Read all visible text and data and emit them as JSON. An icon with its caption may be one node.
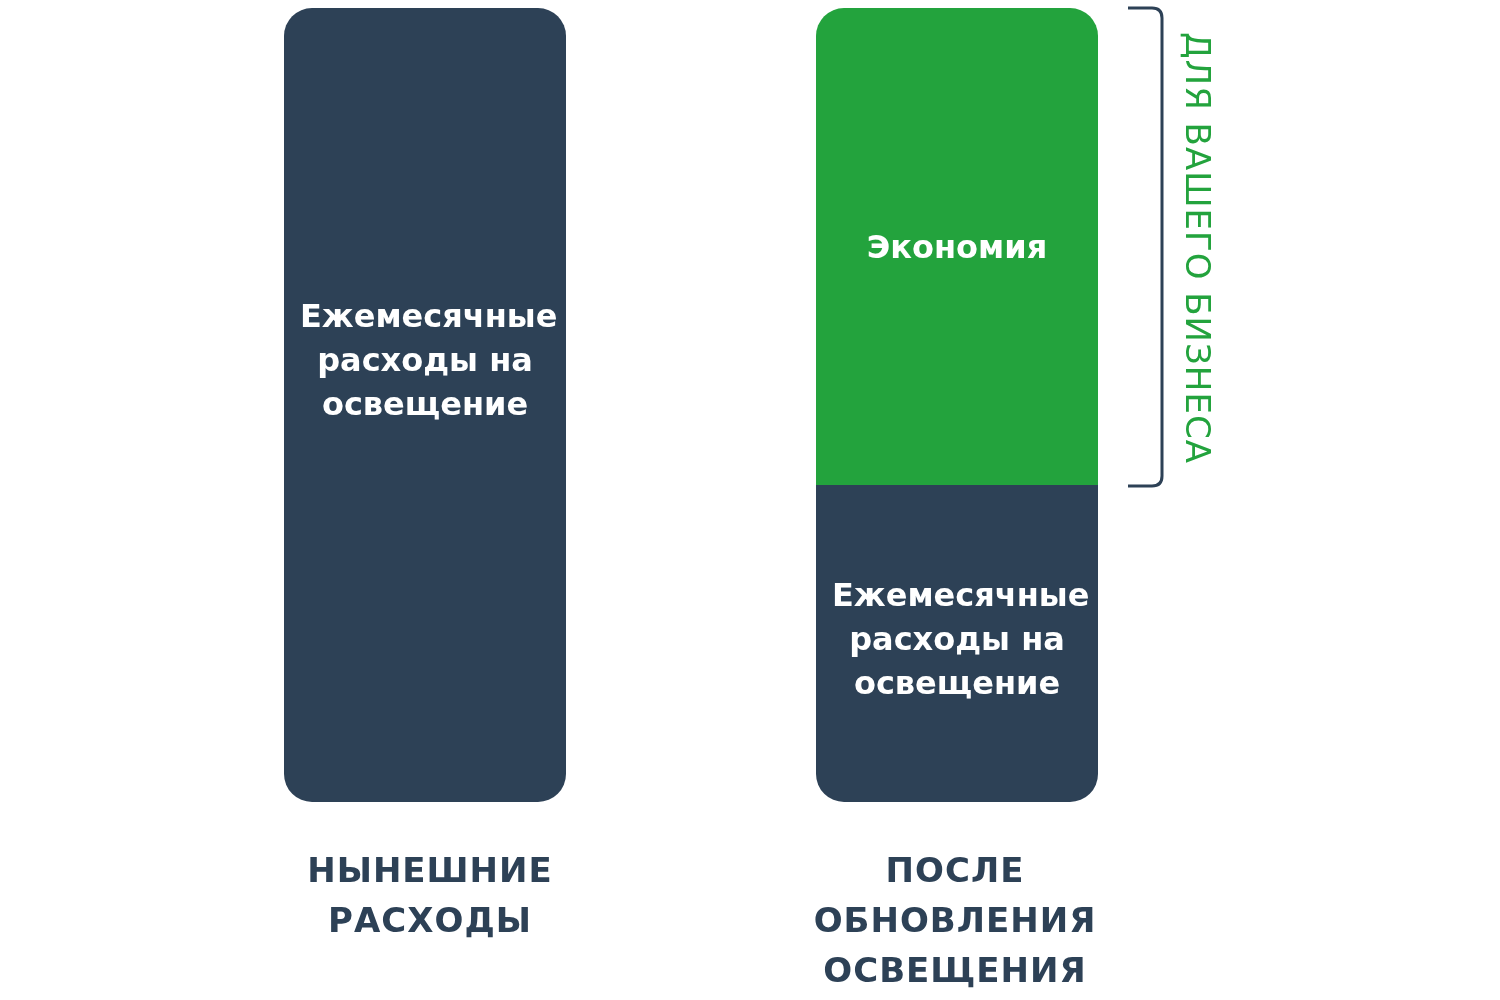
{
  "diagram": {
    "nodes": [
      {
        "text": [
          "Ежемесячные расходы на освещение"
        ]
      },
      {
        "text": [
          "Экономия"
        ]
      },
      {
        "text": [
          "Ежемесячные расходы на освещение"
        ]
      }
    ],
    "labels": [
      "НЫНЕШНИЕ РАСХОДЫ",
      "ПОСЛЕ ОБНОВЛЕНИЯ ОСВЕЩЕНИЯ",
      "ДЛЯ ВАШЕГО БИЗНЕСА"
    ]
  }
}
